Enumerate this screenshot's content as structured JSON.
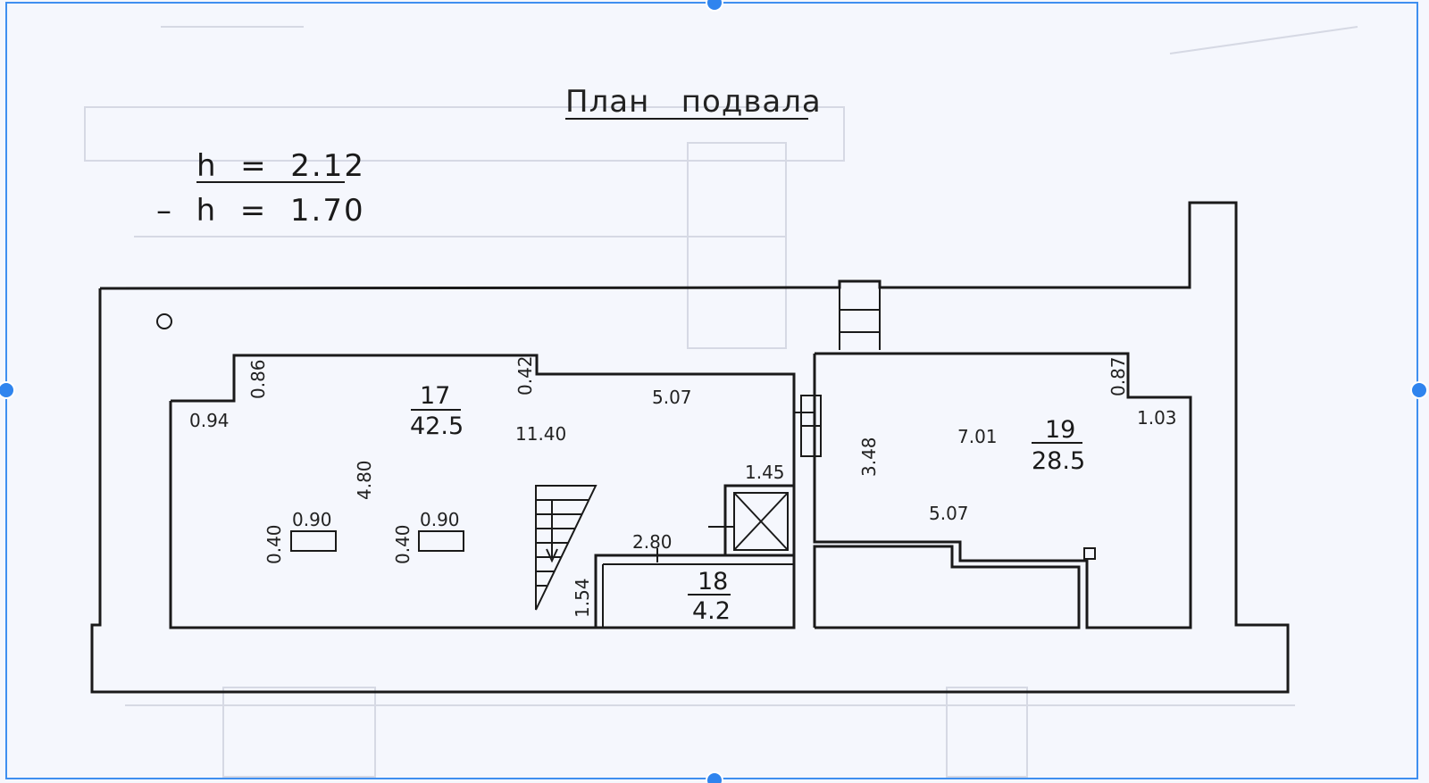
{
  "title": "План   подвала",
  "heights": {
    "h1": "h  =  2.12",
    "h2": "–  h  =  1.70"
  },
  "rooms": [
    {
      "number": "17",
      "area": "42.5"
    },
    {
      "number": "18",
      "area": "4.2"
    },
    {
      "number": "19",
      "area": "28.5"
    }
  ],
  "dimensions": {
    "d_086": "0.86",
    "d_042": "0.42",
    "d_094": "0.94",
    "d_507_top": "5.07",
    "d_1140": "11.40",
    "d_480": "4.80",
    "d_040_a": "0.40",
    "d_090_a": "0.90",
    "d_040_b": "0.40",
    "d_090_b": "0.90",
    "d_145": "1.45",
    "d_280": "2.80",
    "d_154": "1.54",
    "d_348": "3.48",
    "d_701": "7.01",
    "d_087": "0.87",
    "d_103": "1.03",
    "d_507_bottom": "5.07"
  },
  "colors": {
    "selection": "#3f8ff0",
    "line": "#1a1a1a",
    "paper": "#f5f7fd"
  }
}
